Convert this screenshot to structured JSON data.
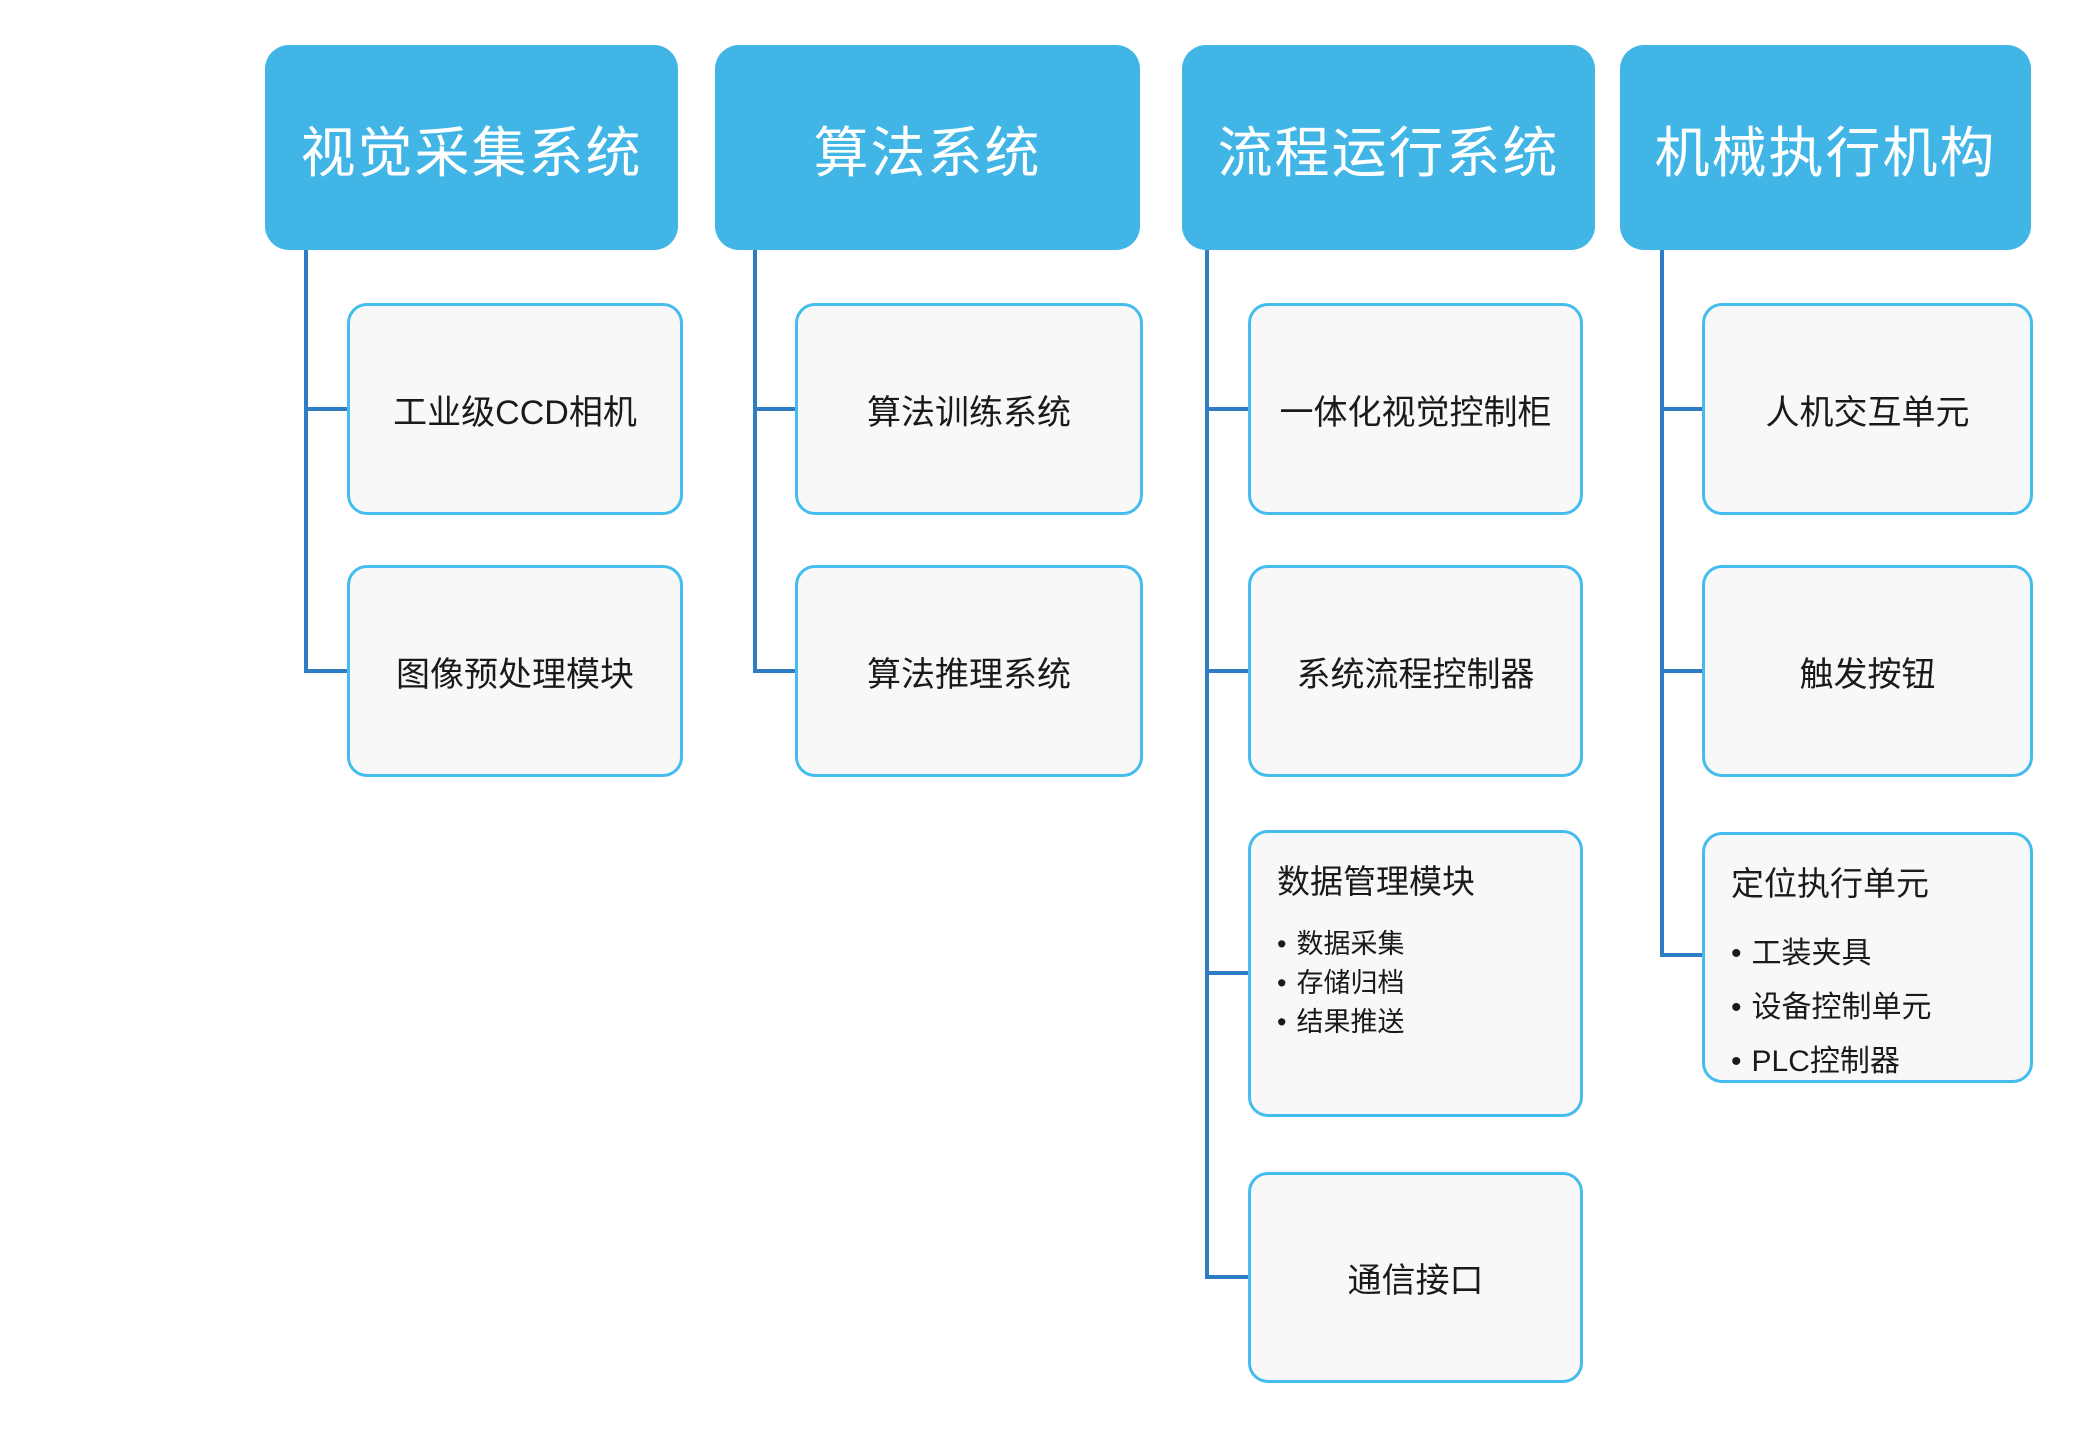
{
  "diagram": {
    "colors": {
      "header_fill": "#41B6E6",
      "header_text": "#FFFFFF",
      "child_border": "#45BCEE",
      "child_fill": "#F8F8F8",
      "child_text": "#1A1A1A",
      "connector": "#2E7CC3"
    },
    "columns": [
      {
        "title": "视觉采集系统",
        "children": [
          {
            "label": "工业级CCD相机"
          },
          {
            "label": "图像预处理模块"
          }
        ]
      },
      {
        "title": "算法系统",
        "children": [
          {
            "label": "算法训练系统"
          },
          {
            "label": "算法推理系统"
          }
        ]
      },
      {
        "title": "流程运行系统",
        "children": [
          {
            "label": "一体化视觉控制柜"
          },
          {
            "label": "系统流程控制器"
          },
          {
            "label": "数据管理模块",
            "bullets": [
              "数据采集",
              "存储归档",
              "结果推送"
            ]
          },
          {
            "label": "通信接口"
          }
        ]
      },
      {
        "title": "机械执行机构",
        "children": [
          {
            "label": "人机交互单元"
          },
          {
            "label": "触发按钮"
          },
          {
            "label": "定位执行单元",
            "bullets": [
              "工装夹具",
              "设备控制单元",
              "PLC控制器"
            ]
          }
        ]
      }
    ]
  }
}
